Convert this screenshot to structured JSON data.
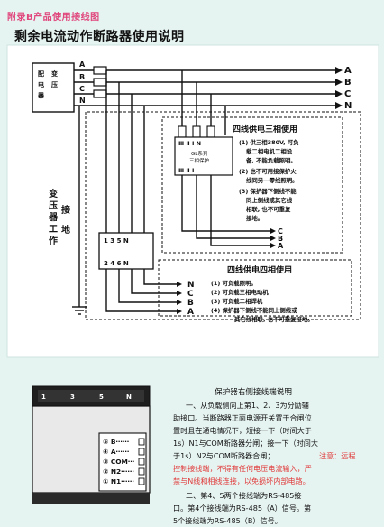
{
  "header": "附录B产品使用接线图",
  "title": "剩余电流动作断路器使用说明",
  "top_diagram": {
    "transformer_label_chars": [
      "配",
      "变",
      "压",
      "电",
      "器"
    ],
    "transformer_left_chars": [
      "变",
      "压",
      "器",
      "工",
      "作"
    ],
    "ground_chars": [
      "接",
      "地"
    ],
    "phase_left": [
      "A",
      "B",
      "C",
      "N"
    ],
    "phase_right": [
      "A",
      "B",
      "C",
      "N"
    ],
    "three_phase": {
      "title": "四线供电三相使用",
      "module_top": "Ⅲ Ⅱ Ⅰ N",
      "module_mid1": "GL系列",
      "module_mid2": "三相保护",
      "module_bottom": "Ⅲ Ⅱ Ⅰ",
      "notes": [
        "(1) 供三相380V, 可负",
        "载二相电机二相设",
        "备, 不能负载照明。",
        "(2) 也不可用接保护火",
        "线同另一零线照明。",
        "(3) 保护器下侧线不能",
        "同上侧线或其它线",
        "相联, 也不可重复",
        "接地。"
      ],
      "outputs": [
        "C",
        "B",
        "A"
      ]
    },
    "breaker": {
      "top_terminals": "1  3  5  N",
      "bottom_terminals": "2  4  6  N"
    },
    "four_wire": {
      "title": "四线供电四相使用",
      "outputs": [
        "N",
        "C",
        "B",
        "A"
      ],
      "notes": [
        "(1) 可负载照明。",
        "(2) 可负载三相电动机",
        "(3) 可负载二相焊机",
        "(4) 保护器下侧线不能同上侧线或",
        "其它线相联, 也不可重复接地。"
      ]
    }
  },
  "bottom": {
    "device_numbers": [
      "1",
      "3",
      "5",
      "N"
    ],
    "terminals": [
      "⑤ B⋯⋯",
      "④ A⋯⋯",
      "③ COM⋯",
      "② N2⋯⋯",
      "① N1⋯⋯"
    ],
    "desc_title": "保护器右侧接线端说明",
    "desc_lines": [
      "一、从负载侧向上第1、2、3为分励辅",
      "助接口。当断路器正面电源开关置于合闸位",
      "置时且在通电情况下，短接一下（时间大于",
      "1s）N1与COM断路器分闸；接一下（时间大",
      "于1s）N2与COM断路器合闸；"
    ],
    "desc_red_lead": "注意：远程",
    "desc_red_lines": [
      "控制接线端，不得有任何电压电流输入，严",
      "禁与N线和相线连接，以免损坏内部电路。"
    ],
    "desc_lines2": [
      "二、第4、5两个接线端为RS-485接",
      "口。第4个接线端为RS-485（A）信号。第",
      "5个接线端为RS-485（B）信号。"
    ]
  }
}
